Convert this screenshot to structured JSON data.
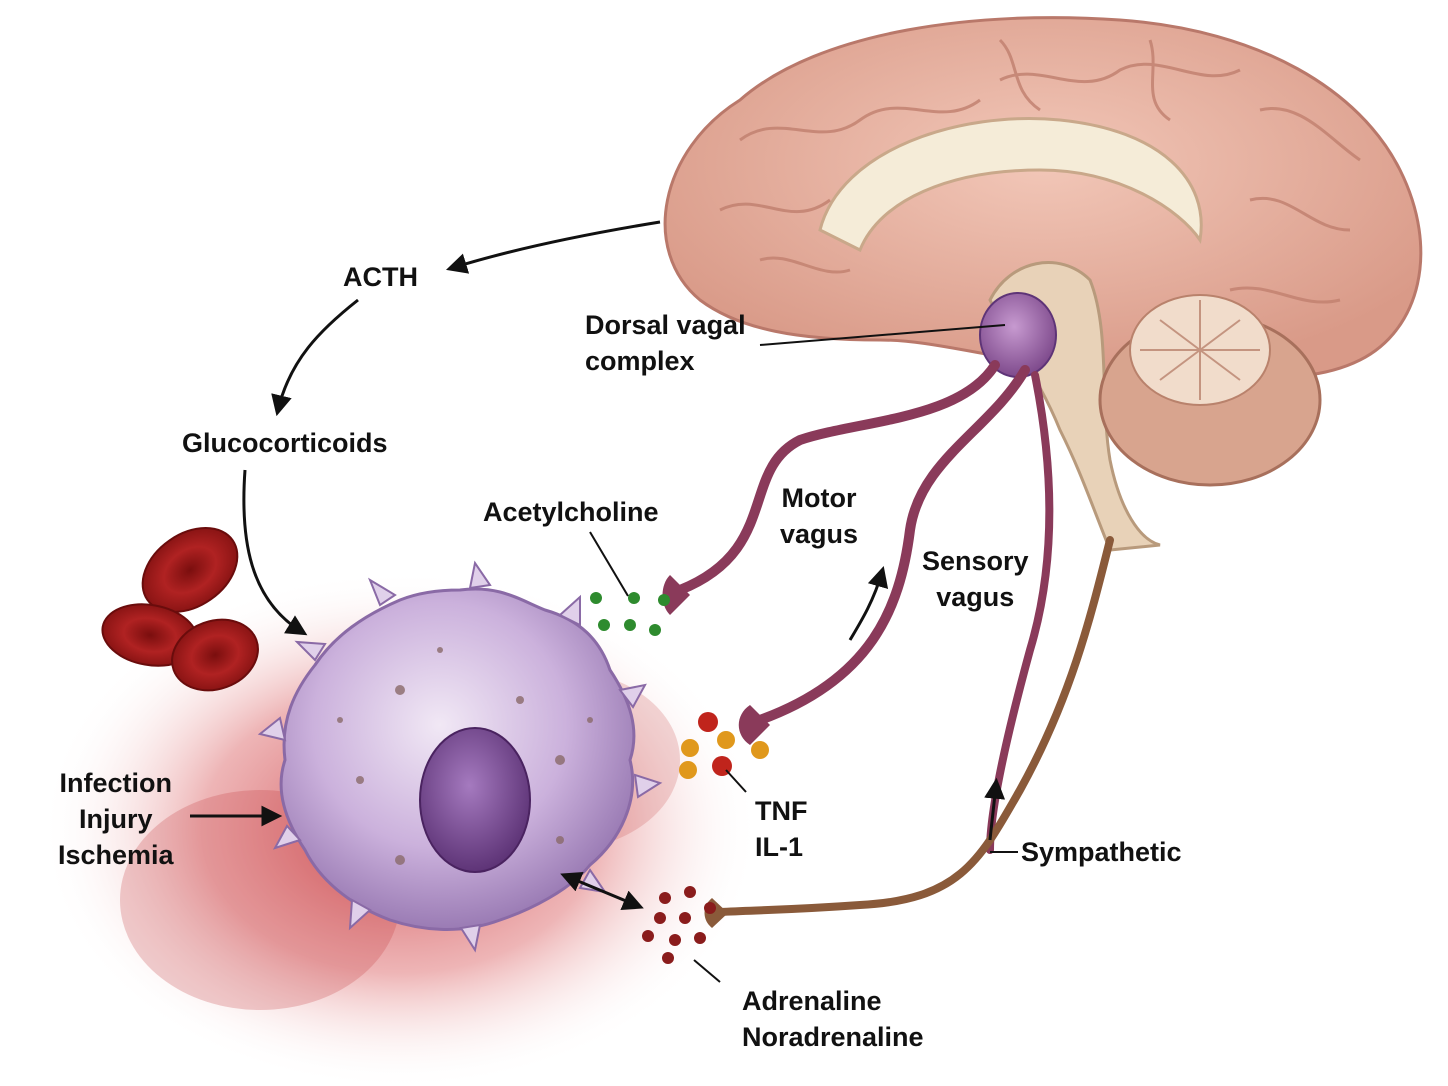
{
  "labels": {
    "acth": "ACTH",
    "glucocorticoids": "Glucocorticoids",
    "dorsal_vagal_complex": [
      "Dorsal vagal",
      "complex"
    ],
    "acetylcholine": "Acetylcholine",
    "motor_vagus": [
      "Motor",
      "vagus"
    ],
    "sensory_vagus": [
      "Sensory",
      "vagus"
    ],
    "insults": [
      "Infection",
      "Injury",
      "Ischemia"
    ],
    "cytokines": [
      "TNF",
      "IL-1"
    ],
    "sympathetic": "Sympathetic",
    "catecholamines": [
      "Adrenaline",
      "Noradrenaline"
    ]
  },
  "colors": {
    "brain": "#e8b4a4",
    "brain_outline": "#b9786a",
    "brainstem": "#e6cdb3",
    "cerebellum": "#d8a48e",
    "vagus_nerve": "#8a3a5a",
    "sympathetic_nerve": "#8a5a3a",
    "macrophage": "#c9b0d8",
    "nucleus": "#7a4a92",
    "tissue": "#d45a5a",
    "red_blood_cell": "#a81c1c",
    "acetylcholine_dot": "#2e8b2e",
    "cytokine_dot": "#e0981c",
    "catecholamine_dot": "#8a1c1c",
    "arrow": "#111111"
  }
}
